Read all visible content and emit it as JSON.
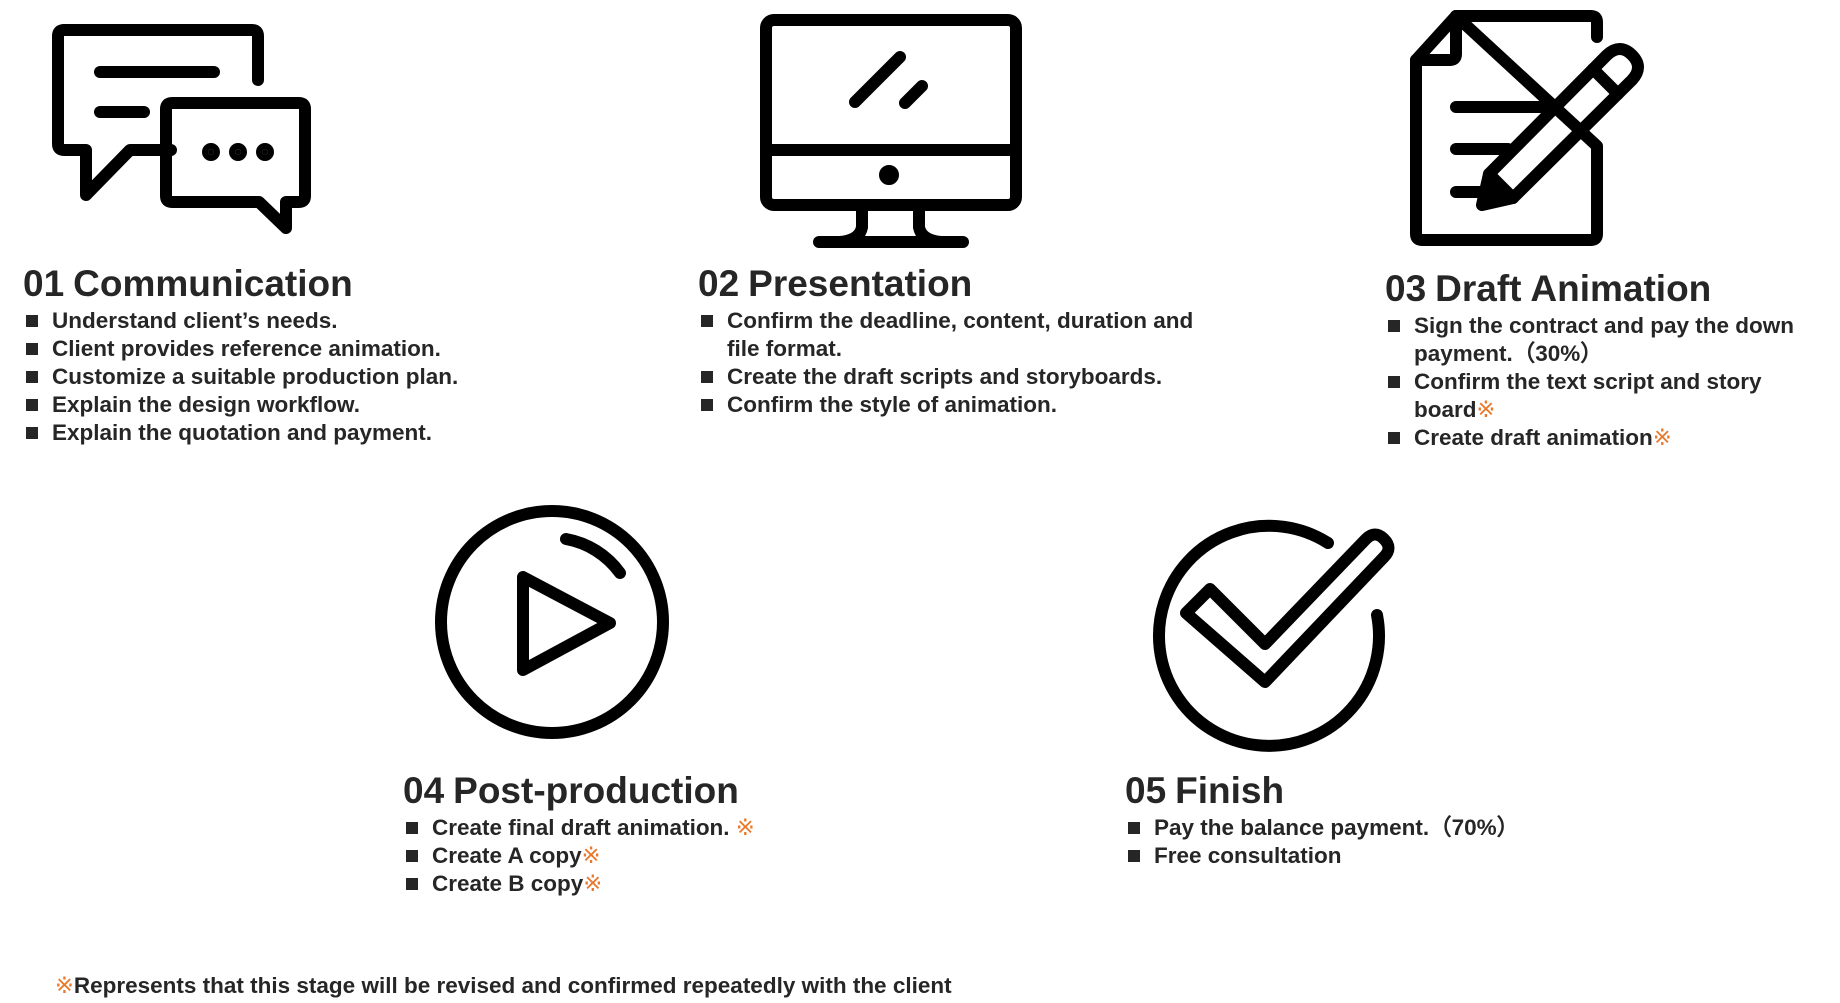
{
  "accent_color": "#e8782a",
  "revision_mark": "※",
  "stages": [
    {
      "number": "01",
      "title": "Communication",
      "icon": "chat-bubbles-icon",
      "items": [
        {
          "text": "Understand client’s needs.",
          "mark": ""
        },
        {
          "text": "Client provides reference animation.",
          "mark": ""
        },
        {
          "text": "Customize a suitable production plan.",
          "mark": ""
        },
        {
          "text": "Explain the design workflow.",
          "mark": ""
        },
        {
          "text": "Explain the quotation and payment.",
          "mark": ""
        }
      ]
    },
    {
      "number": "02",
      "title": "Presentation",
      "icon": "monitor-icon",
      "items": [
        {
          "text": "Confirm the deadline, content, duration and file format.",
          "mark": ""
        },
        {
          "text": "Create the draft scripts and storyboards.",
          "mark": ""
        },
        {
          "text": "Confirm the style of animation.",
          "mark": ""
        }
      ]
    },
    {
      "number": "03",
      "title": "Draft Animation",
      "icon": "document-pencil-icon",
      "items": [
        {
          "text": "Sign the contract and pay the down payment.（30%）",
          "mark": ""
        },
        {
          "text": "Confirm the text script and story board",
          "mark": "※"
        },
        {
          "text": "Create draft animation",
          "mark": "※"
        }
      ]
    },
    {
      "number": "04",
      "title": "Post-production",
      "icon": "play-circle-icon",
      "items": [
        {
          "text": "Create final draft animation. ",
          "mark": "※"
        },
        {
          "text": "Create A copy",
          "mark": "※"
        },
        {
          "text": "Create B copy",
          "mark": "※"
        }
      ]
    },
    {
      "number": "05",
      "title": "Finish",
      "icon": "checkmark-circle-icon",
      "items": [
        {
          "text": "Pay the balance payment.（70%）",
          "mark": ""
        },
        {
          "text": "Free consultation",
          "mark": ""
        }
      ]
    }
  ],
  "footnote": {
    "mark": "※",
    "text": "Represents that this stage will be revised and confirmed repeatedly with the client"
  }
}
